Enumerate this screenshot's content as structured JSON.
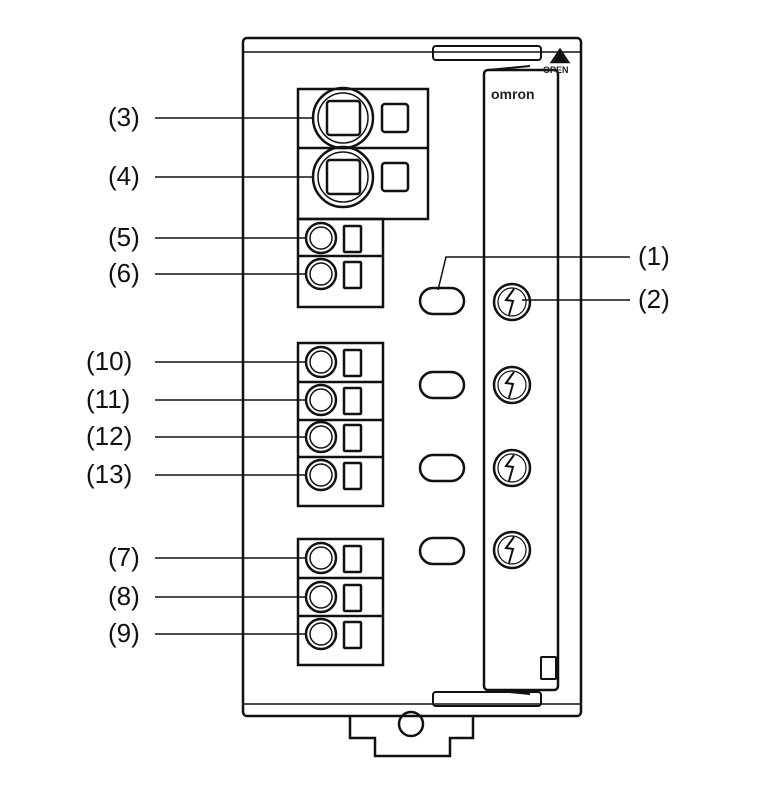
{
  "callouts": {
    "c1": "(1)",
    "c2": "(2)",
    "c3": "(3)",
    "c4": "(4)",
    "c5": "(5)",
    "c6": "(6)",
    "c7": "(7)",
    "c8": "(8)",
    "c9": "(9)",
    "c10": "(10)",
    "c11": "(11)",
    "c12": "(12)",
    "c13": "(13)"
  },
  "device": {
    "brand_label": "omron",
    "cover_label": "OPEN"
  },
  "colors": {
    "line": "#111111",
    "body_fill": "#ffffff"
  }
}
